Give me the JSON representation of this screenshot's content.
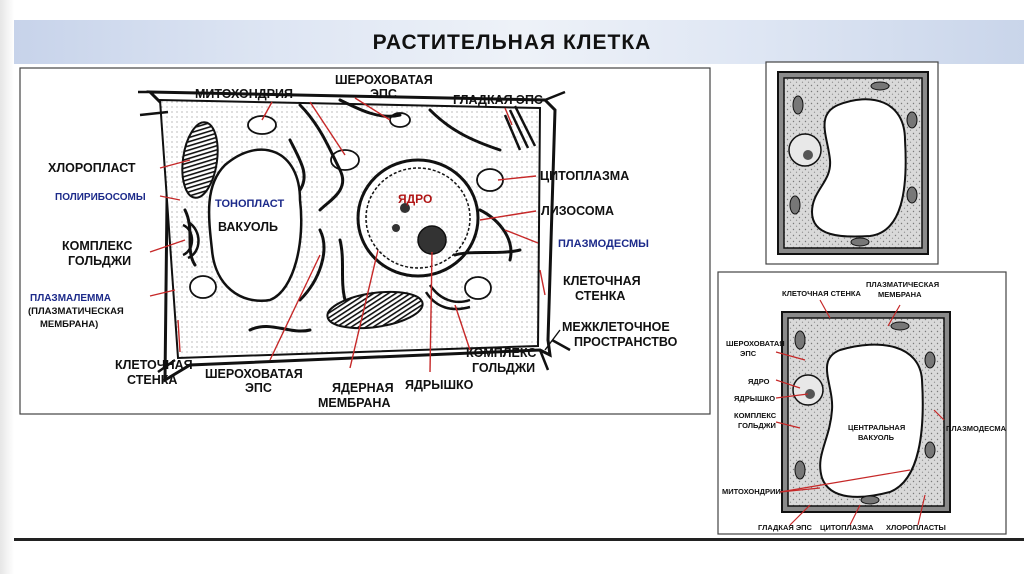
{
  "title": "РАСТИТЕЛЬНАЯ КЛЕТКА",
  "main_diagram": {
    "labels": {
      "mitochondria": "МИТОХОНДРИЯ",
      "rough_er_top_1": "ШЕРОХОВАТАЯ",
      "rough_er_top_2": "ЭПС",
      "smooth_er": "ГЛАДКАЯ ЭПС",
      "chloroplast": "ХЛОРОПЛАСТ",
      "polyribosomes": "ПОЛИРИБОСОМЫ",
      "tonoplast": "ТОНОПЛАСТ",
      "vacuole": "ВАКУОЛЬ",
      "nucleus": "ЯДРО",
      "cytoplasm": "ЦИТОПЛАЗМА",
      "lysosome": "ЛИЗОСОМА",
      "plasmodesmata": "ПЛАЗМОДЕСМЫ",
      "golgi_left_1": "КОМПЛЕКС",
      "golgi_left_2": "ГОЛЬДЖИ",
      "plasmalemma_1": "ПЛАЗМАЛЕММА",
      "plasmalemma_2": "(ПЛАЗМАТИЧЕСКАЯ",
      "plasmalemma_3": "МЕМБРАНА)",
      "cell_wall_right_1": "КЛЕТОЧНАЯ",
      "cell_wall_right_2": "СТЕНКА",
      "intercellular_1": "МЕЖКЛЕТОЧНОЕ",
      "intercellular_2": "ПРОСТРАНСТВО",
      "cell_wall_left_1": "КЛЕТОЧНАЯ",
      "cell_wall_left_2": "СТЕНКА",
      "rough_er_bottom_1": "ШЕРОХОВАТАЯ",
      "rough_er_bottom_2": "ЭПС",
      "nuclear_membrane_1": "ЯДЕРНАЯ",
      "nuclear_membrane_2": "МЕМБРАНА",
      "nucleolus": "ЯДРЫШКО",
      "golgi_right_1": "КОМПЛЕКС",
      "golgi_right_2": "ГОЛЬДЖИ"
    }
  },
  "small_diagram": {
    "labels": {
      "cell_wall": "КЛЕТОЧНАЯ СТЕНКА",
      "plasma_membrane_1": "ПЛАЗМАТИЧЕСКАЯ",
      "plasma_membrane_2": "МЕМБРАНА",
      "rough_er_1": "ШЕРОХОВАТАЯ",
      "rough_er_2": "ЭПС",
      "nucleus": "ЯДРО",
      "nucleolus": "ЯДРЫШКО",
      "golgi_1": "КОМПЛЕКС",
      "golgi_2": "ГОЛЬДЖИ",
      "central_vacuole_1": "ЦЕНТРАЛЬНАЯ",
      "central_vacuole_2": "ВАКУОЛЬ",
      "plasmodesma": "ПЛАЗМОДЕСМА",
      "mitochondria": "МИТОХОНДРИИ",
      "smooth_er": "ГЛАДКАЯ ЭПС",
      "cytoplasm": "ЦИТОПЛАЗМА",
      "chloroplasts": "ХЛОРОПЛАСТЫ"
    }
  }
}
